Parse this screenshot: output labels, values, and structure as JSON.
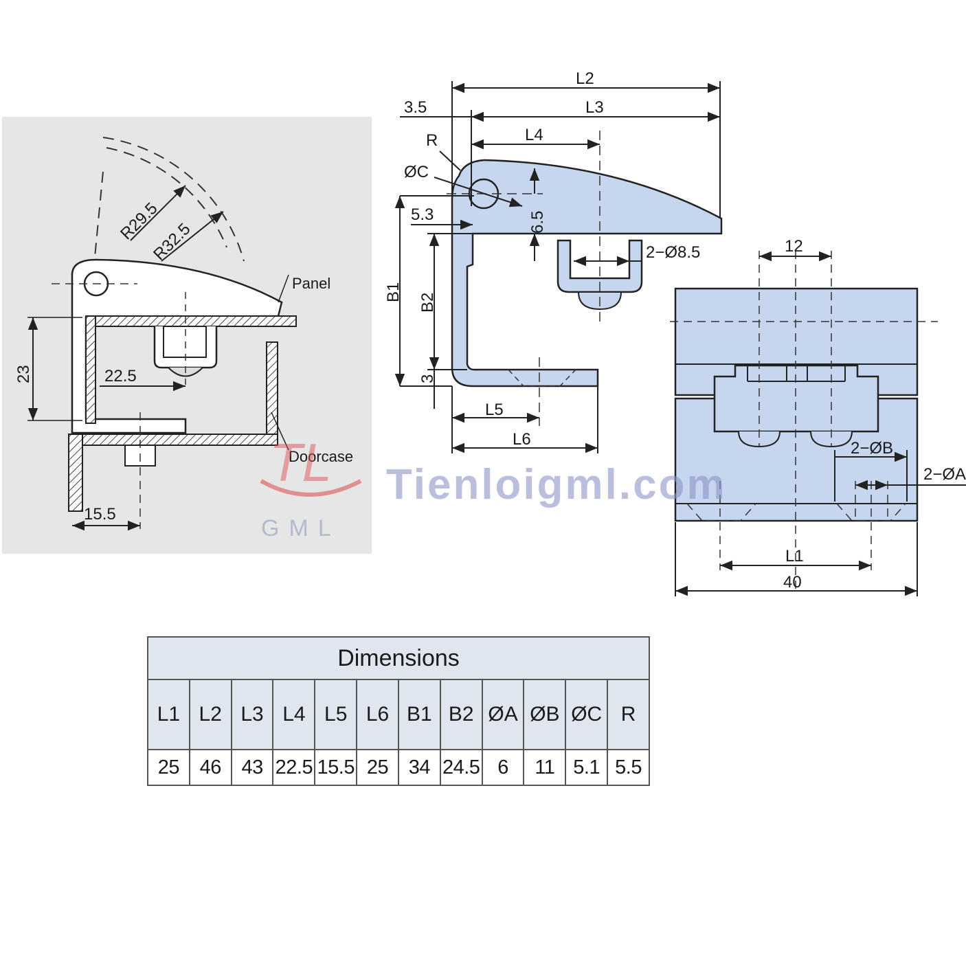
{
  "left_view": {
    "labels": {
      "r1": "R29.5",
      "r2": "R32.5",
      "panel": "Panel",
      "doorcase": "Doorcase",
      "d23": "23",
      "d22_5": "22.5",
      "d15_5": "15.5"
    }
  },
  "side_view": {
    "labels": {
      "l2": "L2",
      "l3": "L3",
      "d3_5": "3.5",
      "l4": "L4",
      "r": "R",
      "c": "ØC",
      "d5_3": "5.3",
      "d6_5": "6.5",
      "b1": "B1",
      "b2": "B2",
      "d3": "3",
      "l5": "L5",
      "l6": "L6",
      "hole": "2−Ø8.5"
    }
  },
  "top_view": {
    "labels": {
      "d12": "12",
      "b": "2−ØB",
      "a": "2−ØA",
      "l1": "L1",
      "d40": "40"
    }
  },
  "watermark": {
    "logo": "TL",
    "sub": "GML",
    "site": "Tienloigml.com"
  },
  "table": {
    "title": "Dimensions",
    "headers": [
      "L1",
      "L2",
      "L3",
      "L4",
      "L5",
      "L6",
      "B1",
      "B2",
      "ØA",
      "ØB",
      "ØC",
      "R"
    ],
    "values": [
      "25",
      "46",
      "43",
      "22.5",
      "15.5",
      "25",
      "34",
      "24.5",
      "6",
      "11",
      "5.1",
      "5.5"
    ]
  },
  "colors": {
    "part_fill": "#c6d6ee",
    "panel_bg": "#e6e6e6",
    "watermark_red": "#d94a4a",
    "watermark_blue": "#8a95c8"
  }
}
